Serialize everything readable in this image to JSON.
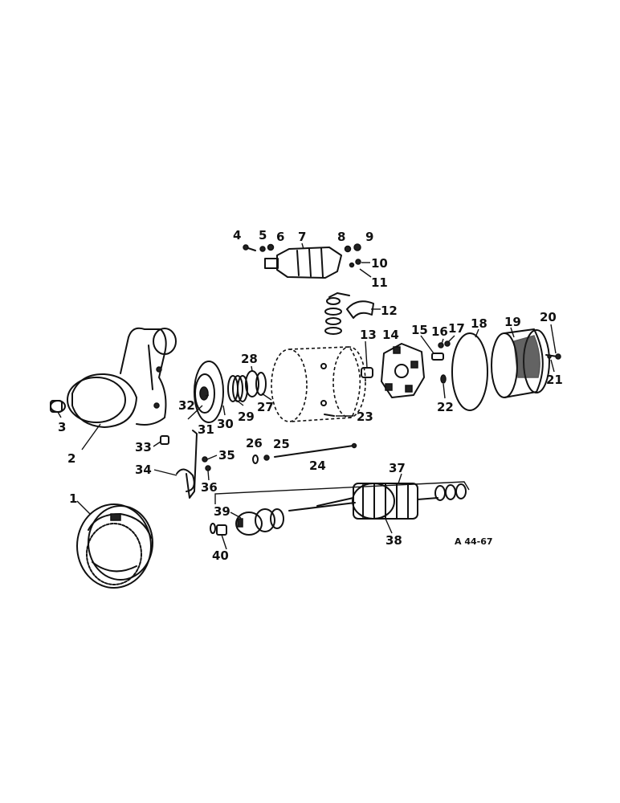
{
  "figure_code": "A 44-67",
  "callouts": [
    "1",
    "2",
    "3",
    "4",
    "5",
    "6",
    "7",
    "8",
    "9",
    "10",
    "11",
    "12",
    "13",
    "14",
    "15",
    "16",
    "17",
    "18",
    "19",
    "20",
    "21",
    "22",
    "23",
    "24",
    "25",
    "26",
    "27",
    "28",
    "29",
    "30",
    "31",
    "32",
    "33",
    "34",
    "35",
    "36",
    "37",
    "38",
    "39",
    "40"
  ]
}
